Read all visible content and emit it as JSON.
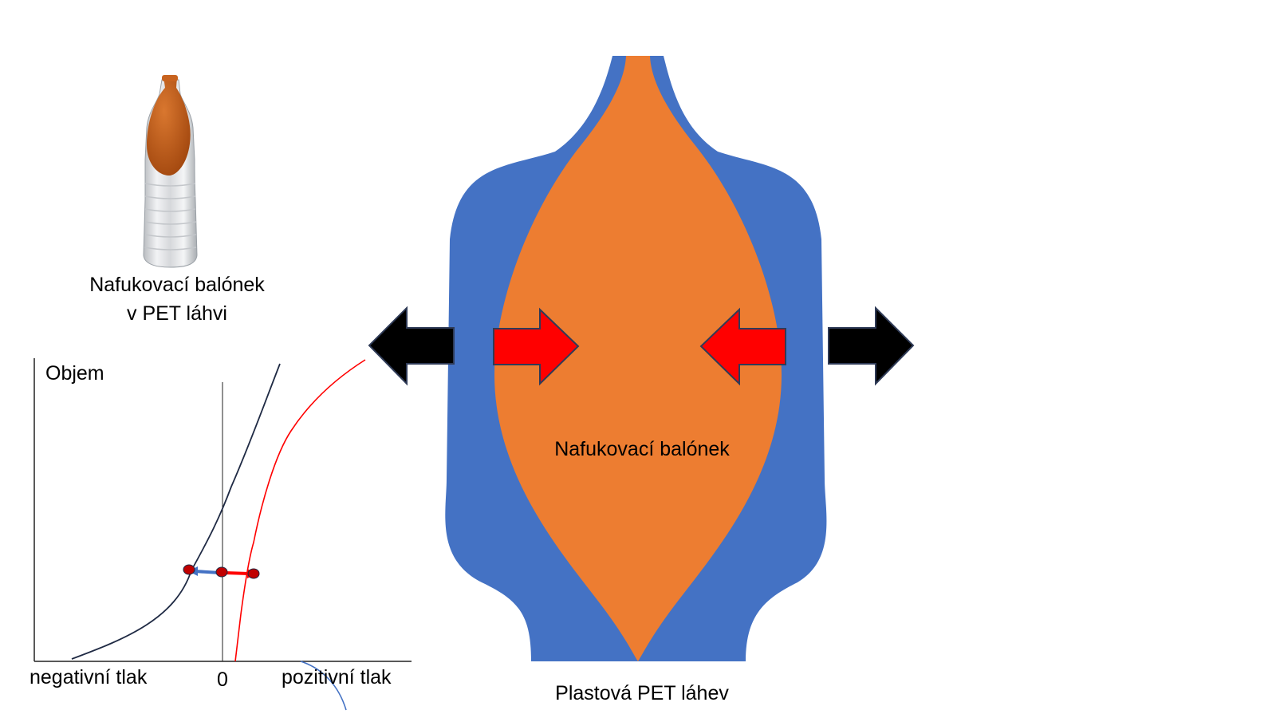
{
  "photo": {
    "caption_line1": "Nafukovací balónek",
    "caption_line2": "v PET láhvi"
  },
  "graph": {
    "y_axis_label": "Objem",
    "x_left_label": "negativní tlak",
    "x_zero_label": "0",
    "x_right_label": "pozitivní tlak"
  },
  "diagram": {
    "balloon_label": "Nafukovací balónek",
    "bottle_label": "Plastová PET láhev"
  },
  "colors": {
    "bottle_blue": "#4472c4",
    "balloon_orange": "#ed7d31",
    "inward_arrow_red": "#ff0000",
    "outward_arrow_black": "#000000",
    "curve_navy": "#1f2a44",
    "curve_red": "#ff0000",
    "marker_red": "#c00000",
    "short_arrow_blue": "#4472c4"
  }
}
